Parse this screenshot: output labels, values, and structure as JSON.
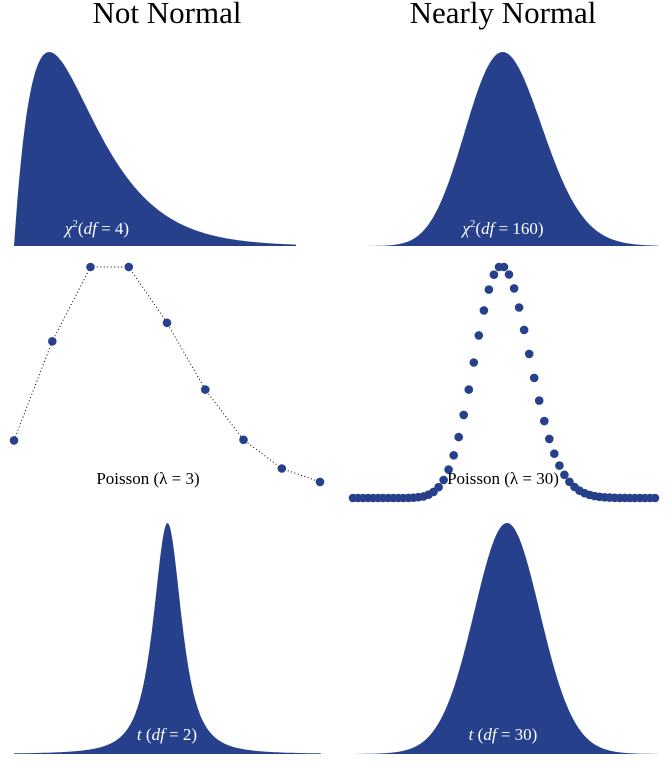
{
  "columns": {
    "left_title": "Not Normal",
    "right_title": "Nearly Normal"
  },
  "colors": {
    "fill": "#27408b",
    "background": "#ffffff",
    "dotted_line": "#000000"
  },
  "labels": {
    "chisq_small": {
      "greek": "χ",
      "sup": "2",
      "open": "(",
      "df": "df",
      "eq": " = 4)"
    },
    "chisq_large": {
      "greek": "χ",
      "sup": "2",
      "open": "(",
      "df": "df",
      "eq": " = 160)"
    },
    "poisson_small": {
      "name": "Poisson (",
      "greek": "λ",
      "eq": " = 3)"
    },
    "poisson_large": {
      "name": "Poisson (",
      "greek": "λ",
      "eq": " = 30)"
    },
    "t_small": {
      "t": "t",
      "open": " (",
      "df": "df",
      "eq": " = 2)"
    },
    "t_large": {
      "t": "t",
      "open": " (",
      "df": "df",
      "eq": " = 30)"
    }
  },
  "chart_data": [
    {
      "type": "area",
      "distribution": "chi-squared",
      "df": 4,
      "xlim": [
        0,
        16
      ],
      "x_step": 0.1
    },
    {
      "type": "area",
      "distribution": "chi-squared",
      "df": 160,
      "xlim": [
        90,
        230
      ],
      "x_step": 0.5
    },
    {
      "type": "scatter",
      "distribution": "poisson",
      "lambda": 3,
      "x": [
        0,
        1,
        2,
        3,
        4,
        5,
        6,
        7,
        8
      ],
      "values": [
        0.0498,
        0.1494,
        0.224,
        0.224,
        0.168,
        0.1008,
        0.0504,
        0.0216,
        0.0081
      ],
      "connected_by": "dotted line"
    },
    {
      "type": "scatter",
      "distribution": "poisson",
      "lambda": 30,
      "x_range": [
        0,
        60
      ],
      "connected_by": "none"
    },
    {
      "type": "area",
      "distribution": "student-t",
      "df": 2,
      "xlim": [
        -10,
        10
      ],
      "x_step": 0.05
    },
    {
      "type": "area",
      "distribution": "student-t",
      "df": 30,
      "xlim": [
        -4.5,
        4.5
      ],
      "x_step": 0.02
    }
  ]
}
